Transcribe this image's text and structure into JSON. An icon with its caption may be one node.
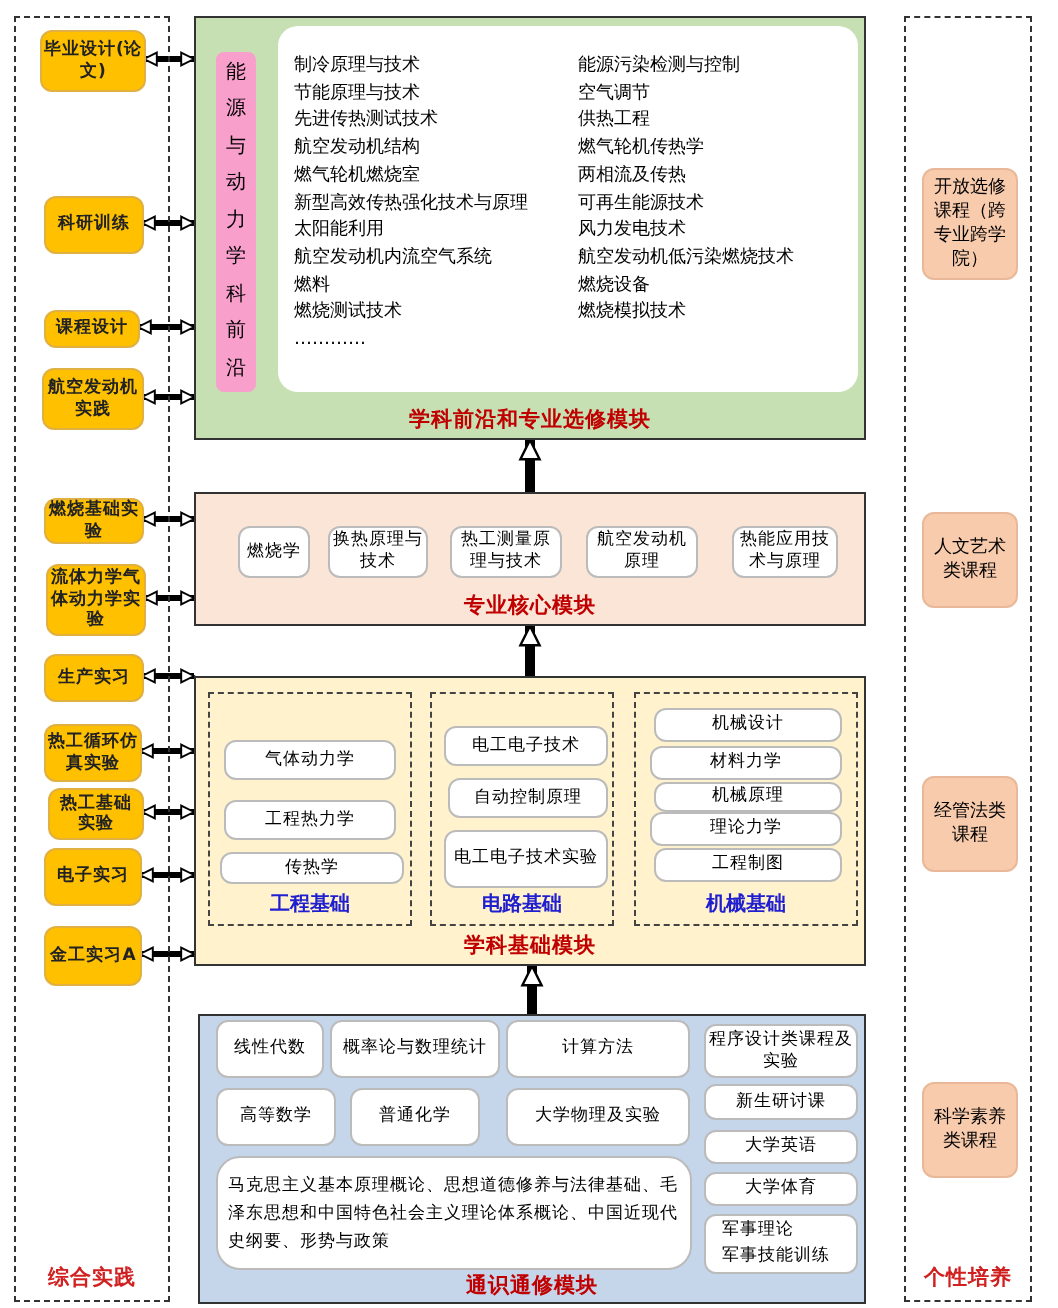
{
  "diagram": {
    "nodes": [
      {
        "text": [
          "综合实践"
        ]
      },
      {
        "text": [
          "毕业设计(论文)"
        ],
        "in": 0
      },
      {
        "text": [
          "科研训练"
        ],
        "in": 0
      },
      {
        "text": [
          "课程设计"
        ],
        "in": 0
      },
      {
        "text": [
          "航空发动机实践"
        ],
        "in": 0
      },
      {
        "text": [
          "燃烧基础实验"
        ],
        "in": 0
      },
      {
        "text": [
          "流体力学气体动力学实验"
        ],
        "in": 0
      },
      {
        "text": [
          "生产实习"
        ],
        "in": 0
      },
      {
        "text": [
          "热工循环仿真实验"
        ],
        "in": 0
      },
      {
        "text": [
          "热工基础实验"
        ],
        "in": 0
      },
      {
        "text": [
          "电子实习"
        ],
        "in": 0
      },
      {
        "text": [
          "金工实习A"
        ],
        "in": 0
      },
      {
        "text": [
          "学科前沿和专业选修模块"
        ]
      },
      {
        "text": [
          "能源与动力学科前沿"
        ],
        "in": 12
      },
      {
        "text": [
          "制冷原理与技术",
          "节能原理与技术",
          "先进传热测试技术",
          "航空发动机结构",
          "燃气轮机燃烧室",
          "新型高效传热强化技术与原理",
          "太阳能利用",
          "航空发动机内流空气系统",
          "燃料",
          "燃烧测试技术",
          "…………",
          "能源污染检测与控制",
          "空气调节",
          "供热工程",
          "燃气轮机传热学",
          "两相流及传热",
          "可再生能源技术",
          "风力发电技术",
          "航空发动机低污染燃烧技术",
          "燃烧设备",
          "燃烧模拟技术"
        ],
        "in": 12
      },
      {
        "text": [
          "专业核心模块"
        ]
      },
      {
        "text": [
          "燃烧学"
        ],
        "in": 15
      },
      {
        "text": [
          "换热原理与技术"
        ],
        "in": 15
      },
      {
        "text": [
          "热工测量原理与技术"
        ],
        "in": 15
      },
      {
        "text": [
          "航空发动机原理"
        ],
        "in": 15
      },
      {
        "text": [
          "热能应用技术与原理"
        ],
        "in": 15
      },
      {
        "text": [
          "学科基础模块"
        ]
      },
      {
        "text": [
          "工程基础"
        ],
        "in": 21
      },
      {
        "text": [
          "气体动力学"
        ],
        "in": 22
      },
      {
        "text": [
          "工程热力学"
        ],
        "in": 22
      },
      {
        "text": [
          "传热学"
        ],
        "in": 22
      },
      {
        "text": [
          "电路基础"
        ],
        "in": 21
      },
      {
        "text": [
          "电工电子技术"
        ],
        "in": 26
      },
      {
        "text": [
          "自动控制原理"
        ],
        "in": 26
      },
      {
        "text": [
          "电工电子技术实验"
        ],
        "in": 26
      },
      {
        "text": [
          "机械基础"
        ],
        "in": 21
      },
      {
        "text": [
          "机械设计"
        ],
        "in": 30
      },
      {
        "text": [
          "材料力学"
        ],
        "in": 30
      },
      {
        "text": [
          "机械原理"
        ],
        "in": 30
      },
      {
        "text": [
          "理论力学"
        ],
        "in": 30
      },
      {
        "text": [
          "工程制图"
        ],
        "in": 30
      },
      {
        "text": [
          "通识通修模块"
        ]
      },
      {
        "text": [
          "线性代数"
        ],
        "in": 36
      },
      {
        "text": [
          "概率论与数理统计"
        ],
        "in": 36
      },
      {
        "text": [
          "计算方法"
        ],
        "in": 36
      },
      {
        "text": [
          "程序设计类课程及实验"
        ],
        "in": 36
      },
      {
        "text": [
          "高等数学"
        ],
        "in": 36
      },
      {
        "text": [
          "普通化学"
        ],
        "in": 36
      },
      {
        "text": [
          "大学物理及实验"
        ],
        "in": 36
      },
      {
        "text": [
          "新生研讨课"
        ],
        "in": 36
      },
      {
        "text": [
          "大学英语"
        ],
        "in": 36
      },
      {
        "text": [
          "马克思主义基本原理概论、思想道德修养与法律基础、毛泽东思想和中国特色社会主义理论体系概论、中国近现代史纲要、形势与政策"
        ],
        "in": 36
      },
      {
        "text": [
          "大学体育"
        ],
        "in": 36
      },
      {
        "text": [
          "军事理论",
          "军事技能训练"
        ],
        "in": 36
      },
      {
        "text": [
          "个性培养"
        ]
      },
      {
        "text": [
          "开放选修课程（跨专业跨学院）"
        ],
        "in": 49
      },
      {
        "text": [
          "人文艺术类课程"
        ],
        "in": 49
      },
      {
        "text": [
          "经管法类课程"
        ],
        "in": 49
      },
      {
        "text": [
          "科学素养类课程"
        ],
        "in": 49
      }
    ],
    "edges": [
      {
        "from": 1,
        "to": 12,
        "arrow": "both"
      },
      {
        "from": 2,
        "to": 12,
        "arrow": "both"
      },
      {
        "from": 3,
        "to": 12,
        "arrow": "both"
      },
      {
        "from": 4,
        "to": 12,
        "arrow": "both"
      },
      {
        "from": 5,
        "to": 15,
        "arrow": "both"
      },
      {
        "from": 6,
        "to": 15,
        "arrow": "both"
      },
      {
        "from": 7,
        "to": 21,
        "arrow": "both"
      },
      {
        "from": 8,
        "to": 21,
        "arrow": "both"
      },
      {
        "from": 9,
        "to": 21,
        "arrow": "both"
      },
      {
        "from": 10,
        "to": 21,
        "arrow": "both"
      },
      {
        "from": 11,
        "to": 21,
        "arrow": "both"
      },
      {
        "from": 36,
        "to": 21,
        "arrow": "to"
      },
      {
        "from": 21,
        "to": 15,
        "arrow": "to"
      },
      {
        "from": 15,
        "to": 12,
        "arrow": "to"
      }
    ]
  }
}
